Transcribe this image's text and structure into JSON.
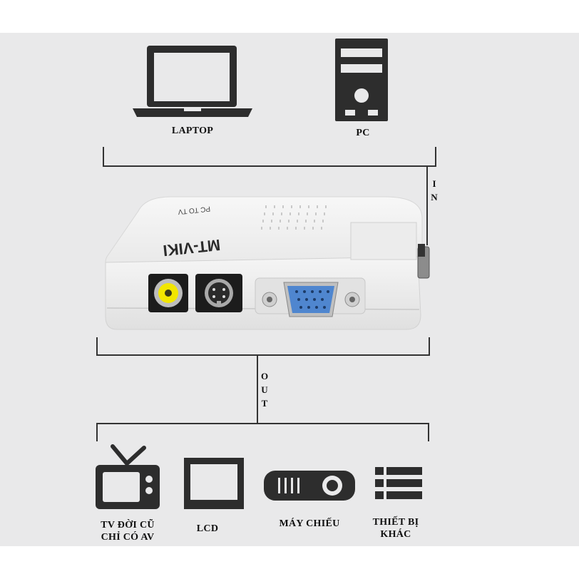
{
  "inputs": [
    {
      "label": "LAPTOP",
      "icon": "laptop-icon"
    },
    {
      "label": "PC",
      "icon": "desktop-tower-icon"
    }
  ],
  "in_label": [
    "I",
    "N"
  ],
  "device": {
    "brand": "MT-VIKI",
    "model_text": "PC TO TV",
    "body_color": "#f3f3f3",
    "rca_color": "#f2e600",
    "vga_color": "#4f86cf"
  },
  "out_label": [
    "O",
    "U",
    "T"
  ],
  "outputs": [
    {
      "label_lines": [
        "TV ĐỜI CŨ",
        "CHỈ CÓ AV"
      ],
      "icon": "tv-icon"
    },
    {
      "label_lines": [
        "LCD"
      ],
      "icon": "monitor-icon"
    },
    {
      "label_lines": [
        "MÁY CHIẾU"
      ],
      "icon": "projector-icon"
    },
    {
      "label_lines": [
        "THIẾT BỊ",
        "KHÁC"
      ],
      "icon": "list-icon"
    }
  ]
}
